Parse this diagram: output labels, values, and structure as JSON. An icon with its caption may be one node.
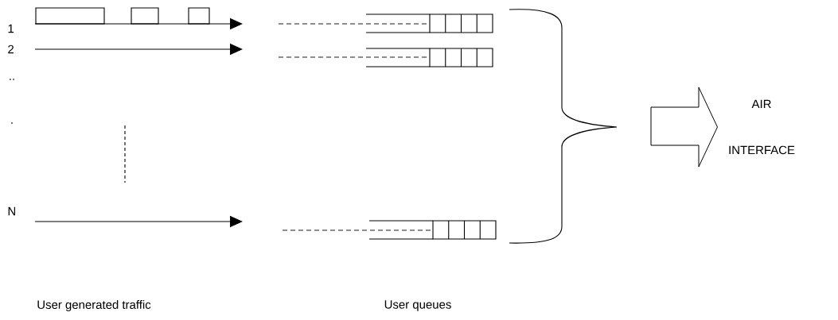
{
  "diagram": {
    "nodes": [
      {
        "text": [
          "1"
        ]
      },
      {
        "text": [
          "2"
        ]
      },
      {
        "text": [
          "N"
        ]
      },
      {
        "text": [],
        "shape": "box"
      },
      {
        "text": [],
        "shape": "box"
      },
      {
        "text": [],
        "shape": "box"
      },
      {
        "text": [
          "AIR INTERFACE"
        ]
      }
    ],
    "edges": [
      {
        "from": 0,
        "to": null,
        "arrow": "to"
      },
      {
        "from": 1,
        "to": null,
        "arrow": "to"
      },
      {
        "from": 2,
        "to": null,
        "arrow": "to"
      },
      {
        "from": null,
        "to": 3,
        "arrow": "none",
        "style": "dashed"
      },
      {
        "from": null,
        "to": 4,
        "arrow": "none",
        "style": "dashed"
      },
      {
        "from": null,
        "to": 5,
        "arrow": "none",
        "style": "dashed"
      },
      {
        "from": null,
        "to": 6,
        "arrow": "to",
        "style": "thick"
      }
    ],
    "labels": [
      "..",
      ".",
      "User generated traffic",
      "User queues"
    ]
  }
}
